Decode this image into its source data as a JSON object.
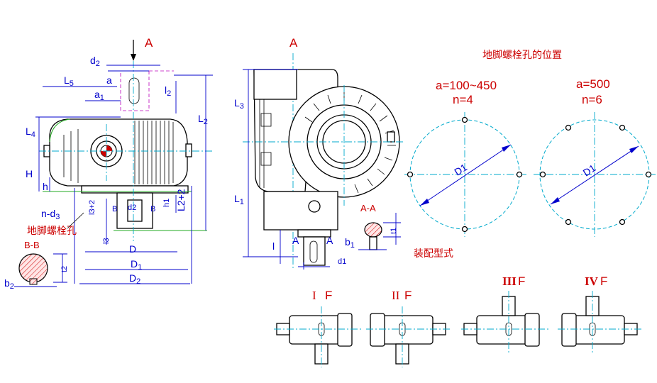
{
  "labels": {
    "A_front": "A",
    "d2": "d",
    "d2_sub": "2",
    "a": "a",
    "a1": "a",
    "a1_sub": "1",
    "L5": "L",
    "L5_sub": "5",
    "l2": "l",
    "l2_sub": "2",
    "L2": "L",
    "L2_sub": "2",
    "L4": "L",
    "L4_sub": "4",
    "H": "H",
    "h": "h",
    "n_d3": "n-d",
    "n_d3_sub": "3",
    "L2_plus2": "L2+2",
    "l3_plus2": "l3+2",
    "B_left": "B",
    "B_right": "B",
    "d2_inner": "d2",
    "h1": "h1",
    "l3": "l3",
    "D": "D",
    "D1": "D",
    "D1_sub": "1",
    "D2": "D",
    "D2_sub": "2",
    "BB": "B-B",
    "t2": "t2",
    "b2": "b",
    "b2_sub": "2",
    "A_side": "A",
    "L3": "L",
    "L3_sub": "3",
    "L1": "L",
    "L1_sub": "1",
    "l_side": "l",
    "A_sec_left": "A",
    "A_sec_right": "A",
    "d1": "d1",
    "AA": "A-A",
    "t1": "t1",
    "b1": "b",
    "b1_sub": "1",
    "D1_circle4": "D1",
    "D1_circle6": "D1"
  },
  "captions": {
    "foot_bolt_hole_left": "地脚螺栓孔",
    "foot_bolt_hole_positions": "地脚螺栓孔的位置",
    "assembly_type": "装配型式"
  },
  "bolt_patterns": [
    {
      "range": "a=100~450",
      "count": "n=4",
      "holes": 4
    },
    {
      "range": "a=500",
      "count": "n=6",
      "holes": 6
    }
  ],
  "assembly_types": [
    {
      "roman": "I",
      "letter": "F"
    },
    {
      "roman": "II",
      "letter": "F"
    },
    {
      "roman": "III",
      "letter": "F"
    },
    {
      "roman": "IV",
      "letter": "F"
    }
  ]
}
